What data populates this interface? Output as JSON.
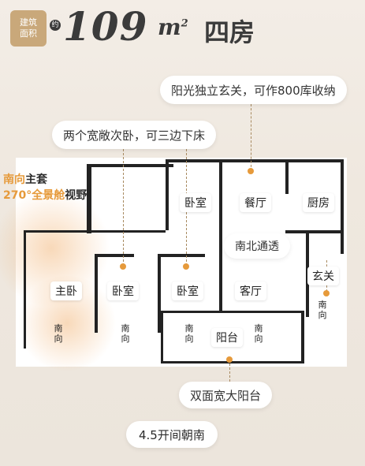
{
  "header": {
    "badge_line1": "建筑",
    "badge_line2": "面积",
    "badge_suffix": "约",
    "area_number": "109",
    "area_unit": "m",
    "area_unit_sup": "2",
    "layout_type": "四房"
  },
  "callouts": {
    "entrance": "阳光独立玄关，可作800库收纳",
    "bedrooms": "两个宽敞次卧，可三边下床",
    "ventilation": "南北通透",
    "balcony": "双面宽大阳台",
    "frontage": "4.5开间朝南"
  },
  "master_note": {
    "line1_orange": "南向",
    "line1_rest": "主套",
    "line2_orange": "270°全景舱",
    "line2_rest": "视野"
  },
  "rooms": {
    "bedroom_top": "卧室",
    "dining": "餐厅",
    "kitchen": "厨房",
    "master": "主卧",
    "bedroom_2": "卧室",
    "bedroom_3": "卧室",
    "living": "客厅",
    "foyer": "玄关",
    "balcony": "阳台"
  },
  "south_marker": "南向",
  "colors": {
    "accent_orange": "#e69a3b",
    "badge_gold": "#c9a87a",
    "wall": "#222222"
  }
}
